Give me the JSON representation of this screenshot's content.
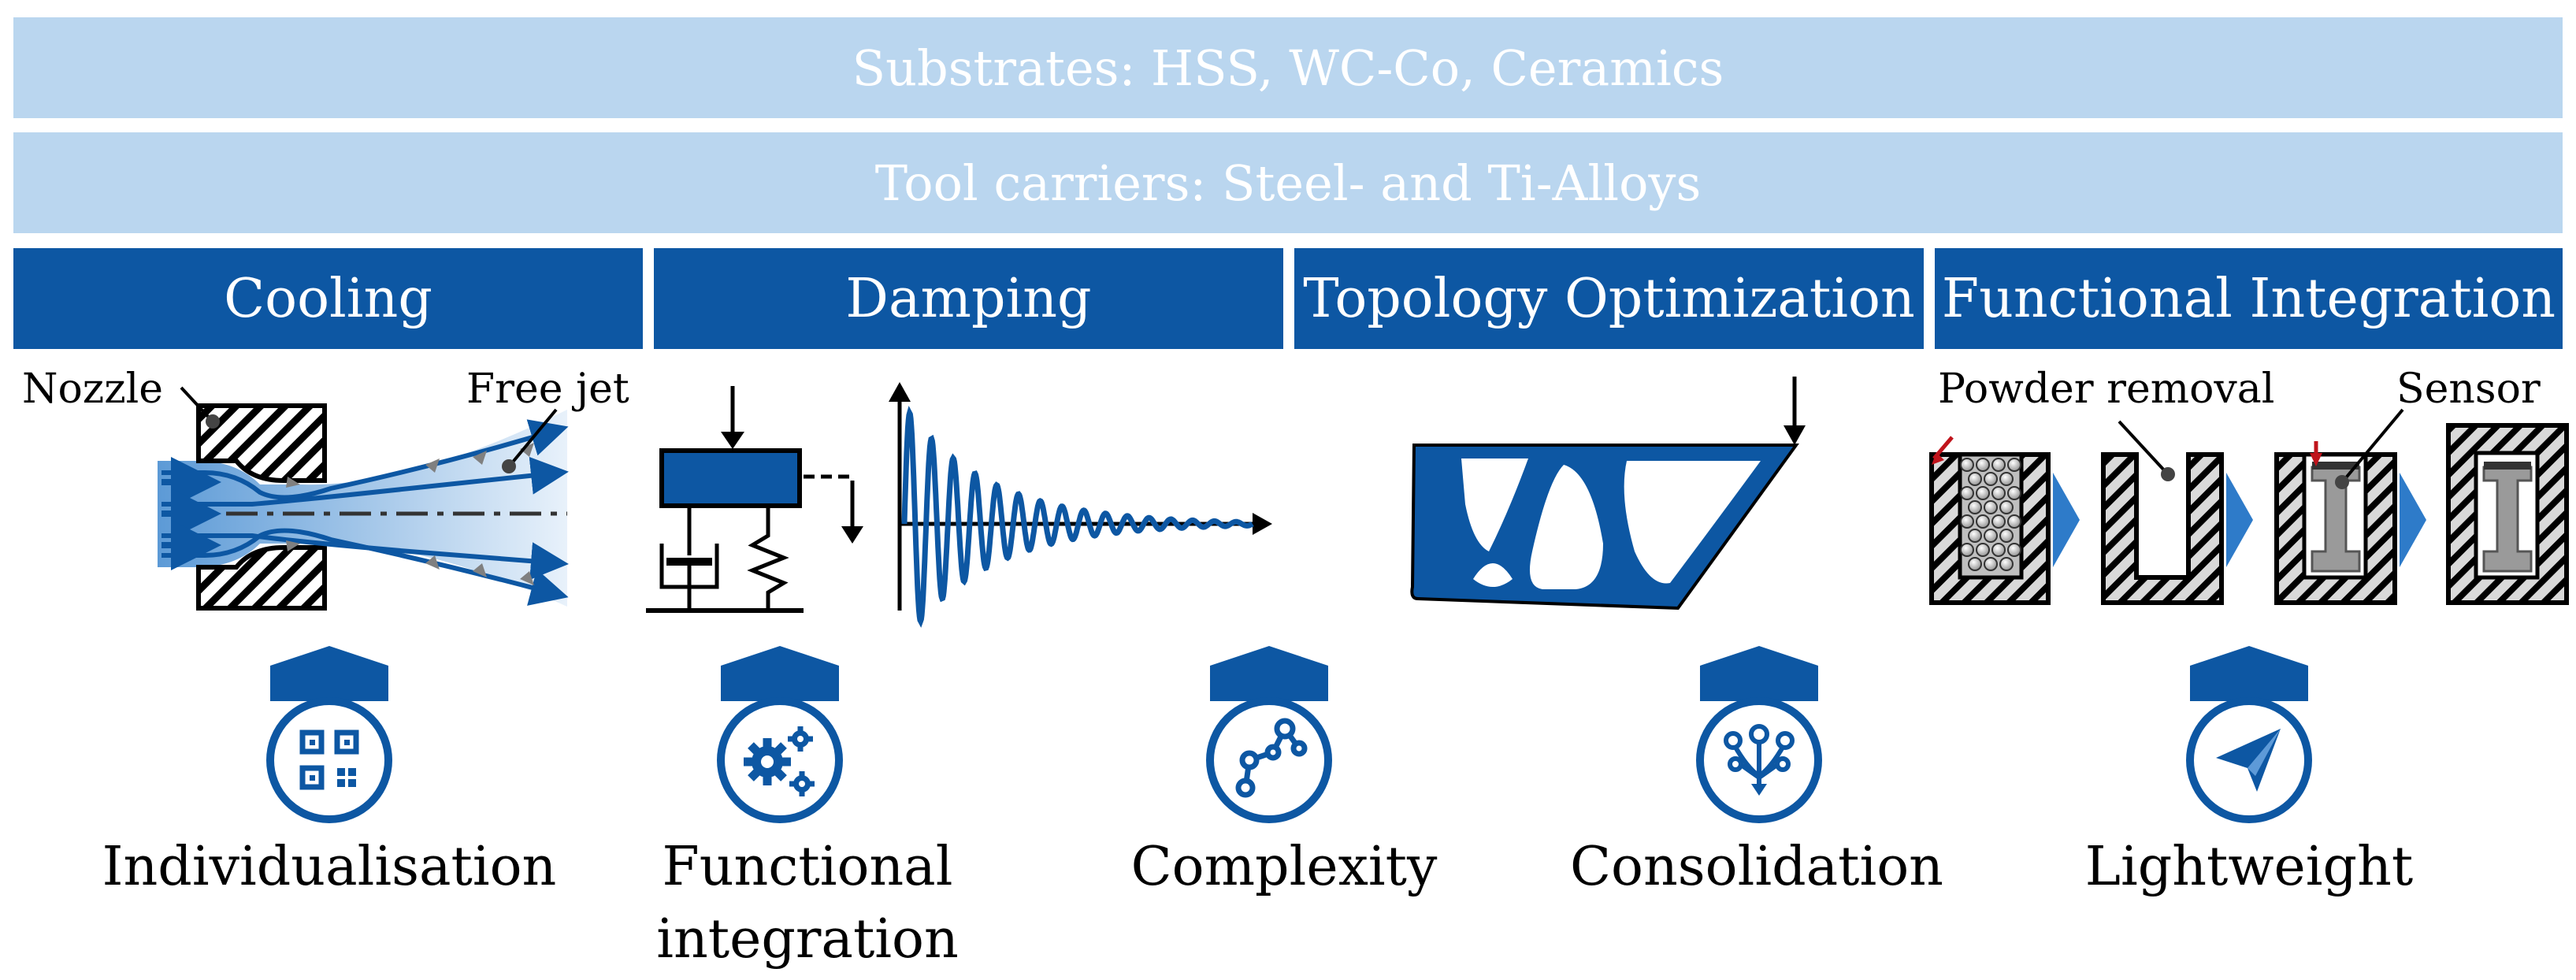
{
  "top_bars": {
    "substrates": "Substrates: HSS, WC-Co, Ceramics",
    "carriers": "Tool carriers: Steel- and Ti-Alloys"
  },
  "headers": {
    "cooling": "Cooling",
    "damping": "Damping",
    "topology": "Topology Optimization",
    "functional": "Functional Integration"
  },
  "labels": {
    "nozzle": "Nozzle",
    "free_jet": "Free jet",
    "powder_removal": "Powder removal",
    "sensor": "Sensor"
  },
  "benefits": {
    "individualisation": "Individualisation",
    "functional_1": "Functional",
    "functional_2": "integration",
    "complexity": "Complexity",
    "consolidation": "Consolidation",
    "lightweight": "Lightweight"
  },
  "colors": {
    "dark_blue": "#0d57a3",
    "light_blue": "#bad6ef",
    "red": "#c0141c"
  },
  "icons": [
    "qr-code-icon",
    "gears-icon",
    "network-icon",
    "tree-icon",
    "paper-plane-icon"
  ]
}
